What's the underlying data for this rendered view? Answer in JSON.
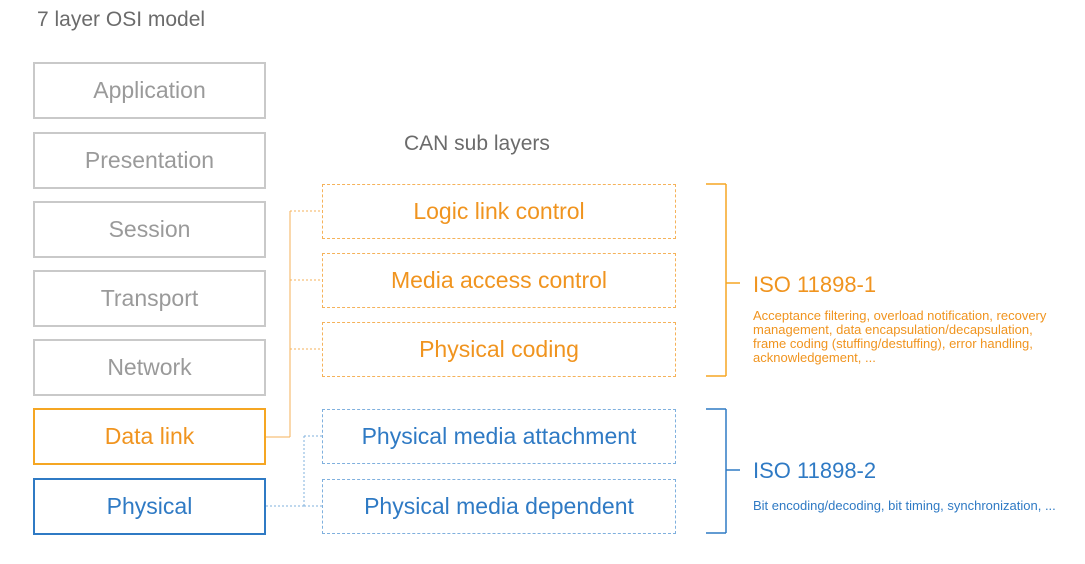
{
  "title": "7 layer OSI model",
  "osi_layers": [
    {
      "label": "Application",
      "state": "inactive"
    },
    {
      "label": "Presentation",
      "state": "inactive"
    },
    {
      "label": "Session",
      "state": "inactive"
    },
    {
      "label": "Transport",
      "state": "inactive"
    },
    {
      "label": "Network",
      "state": "inactive"
    },
    {
      "label": "Data link",
      "state": "highlight-orange"
    },
    {
      "label": "Physical",
      "state": "highlight-blue"
    }
  ],
  "can": {
    "title": "CAN sub layers",
    "sublayers": [
      {
        "label": "Logic link control",
        "group": "orange"
      },
      {
        "label": "Media access control",
        "group": "orange"
      },
      {
        "label": "Physical coding",
        "group": "orange"
      },
      {
        "label": "Physical media attachment",
        "group": "blue"
      },
      {
        "label": "Physical media dependent",
        "group": "blue"
      }
    ]
  },
  "standards": [
    {
      "title": "ISO 11898-1",
      "description": "Acceptance filtering, overload notification, recovery management, data encapsulation/decapsulation, frame coding (stuffing/destuffing), error handling, acknowledgement, ..."
    },
    {
      "title": "ISO 11898-2",
      "description": "Bit encoding/decoding, bit timing, synchronization, ..."
    }
  ],
  "colors": {
    "orange": "#f0941f",
    "blue": "#2f7ac4",
    "gray": "#c9c9c9"
  }
}
